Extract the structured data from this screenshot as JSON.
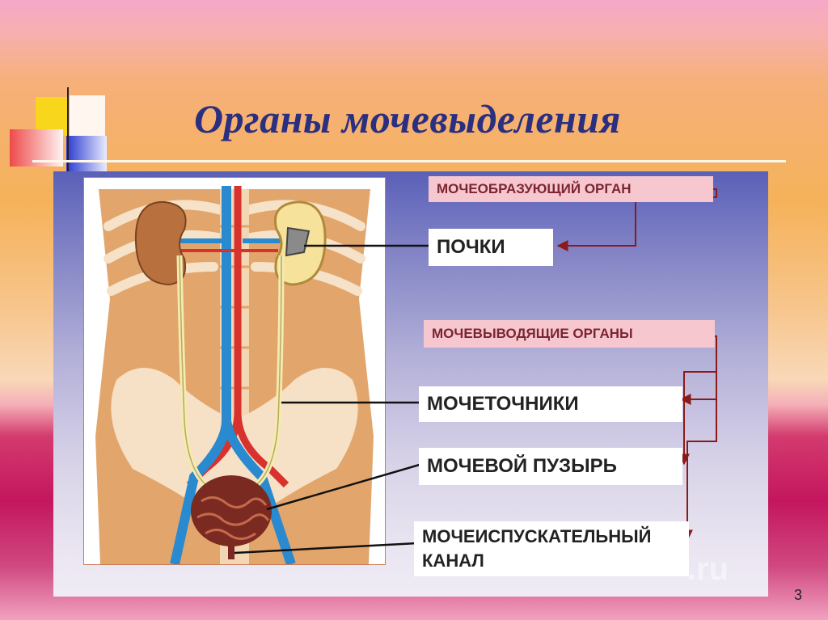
{
  "slide": {
    "title": "Органы мочевыделения",
    "page_number": "3"
  },
  "diagram": {
    "groups": {
      "forming": "МОЧЕОБРАЗУЮЩИЙ ОРГАН",
      "excreting": "МОЧЕВЫВОДЯЩИЕ ОРГАНЫ"
    },
    "organs": {
      "kidneys": "ПОЧКИ",
      "ureters": "МОЧЕТОЧНИКИ",
      "bladder": "МОЧЕВОЙ ПУЗЫРЬ",
      "urethra_line1": "МОЧЕИСПУСКАТЕЛЬНЫЙ",
      "urethra_line2": "КАНАЛ"
    },
    "watermark": ".ru"
  },
  "colors": {
    "title": "#2b2f80",
    "connector": "#8b1a1a",
    "pointer": "#111111",
    "group_label_bg": "#f6c7cf",
    "organ_label_bg": "#ffffff"
  }
}
